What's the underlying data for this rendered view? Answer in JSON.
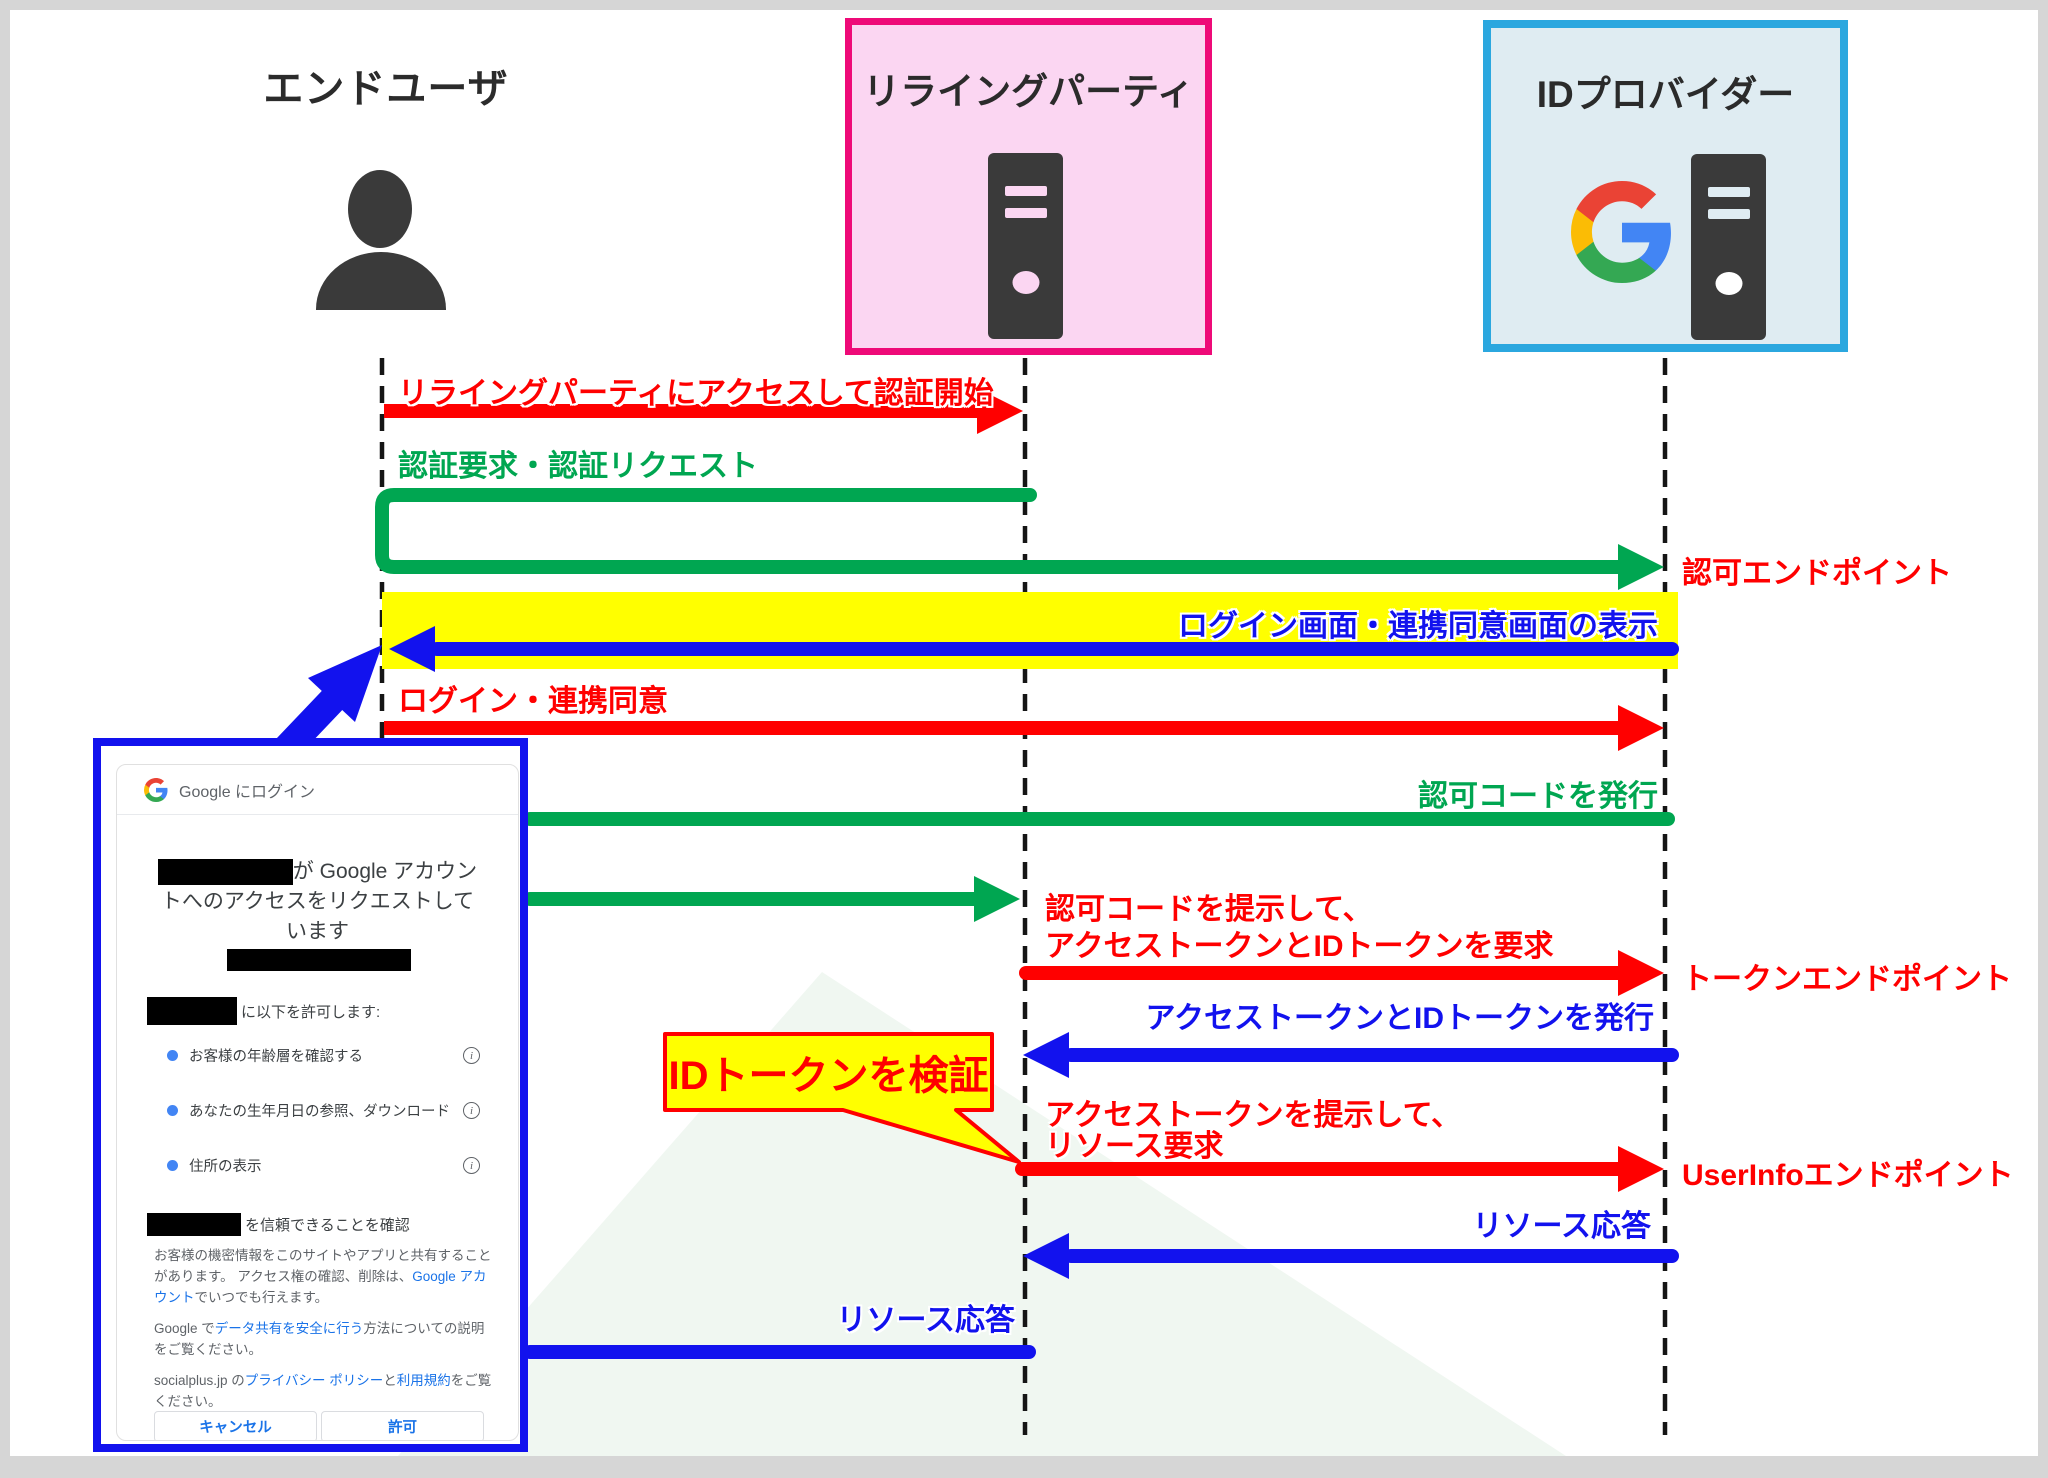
{
  "colors": {
    "red": "#ff0000",
    "green": "#00a651",
    "blue": "#1212ee",
    "yellow": "#ffff00",
    "pink_fill": "#fbd6f2",
    "pink_border": "#ee0a78",
    "idp_fill": "#dfecf2",
    "idp_border": "#2ba7df",
    "icon_dark": "#3a3a3a",
    "lifeline": "#151515",
    "frame_gray": "#d6d6d6",
    "link_blue": "#1a73e8",
    "g_text": "#5f6368",
    "g_dark": "#3c4043",
    "wm_green": "#f0f7f1"
  },
  "actors": {
    "end_user": "エンドユーザ",
    "relying_party": "リライングパーティ",
    "id_provider": "IDプロバイダー"
  },
  "messages": {
    "access_start": "リライングパーティにアクセスして認証開始",
    "auth_request": "認証要求・認証リクエスト",
    "authz_endpoint": "認可エンドポイント",
    "login_screen": "ログイン画面・連携同意画面の表示",
    "login_consent": "ログイン・連携同意",
    "code_issue": "認可コードを発行",
    "token_request_l1": "認可コードを提示して、",
    "token_request_l2": "アクセストークンとIDトークンを要求",
    "token_endpoint": "トークンエンドポイント",
    "tokens_issue": "アクセストークンとIDトークンを発行",
    "verify_callout": "IDトークンを検証",
    "resource_request_l1": "アクセストークンを提示して、",
    "resource_request_l2": "リソース要求",
    "userinfo_endpoint": "UserInfoエンドポイント",
    "resource_response_idp": "リソース応答",
    "resource_response_rp": "リソース応答"
  },
  "consent_dialog": {
    "header": "Google にログイン",
    "heading_line1_suffix": "が Google アカウン",
    "heading_line2": "トへのアクセスをリクエストして",
    "heading_line3": "います",
    "permission_intro_suffix": "に以下を許可します:",
    "permissions": [
      {
        "label": "お客様の年齢層を確認する"
      },
      {
        "label": "あなたの生年月日の参照、ダウンロード"
      },
      {
        "label": "住所の表示"
      }
    ],
    "info_icon_glyph": "i",
    "trust_suffix": "を信頼できることを確認",
    "para1": [
      {
        "t": "お客様の機密情報をこのサイトやアプリと共有することがあります。 アクセス権の確認、削除は、"
      },
      {
        "t": "Google アカウント",
        "link": true
      },
      {
        "t": "でいつでも行えます。"
      }
    ],
    "para2": [
      {
        "t": "Google で"
      },
      {
        "t": "データ共有を安全に行う",
        "link": true
      },
      {
        "t": "方法についての説明をご覧ください。"
      }
    ],
    "para3": [
      {
        "t": "socialplus.jp の"
      },
      {
        "t": "プライバシー ポリシー",
        "link": true
      },
      {
        "t": "と"
      },
      {
        "t": "利用規約",
        "link": true
      },
      {
        "t": "をご覧ください。"
      }
    ],
    "cancel_button": "キャンセル",
    "allow_button": "許可"
  }
}
